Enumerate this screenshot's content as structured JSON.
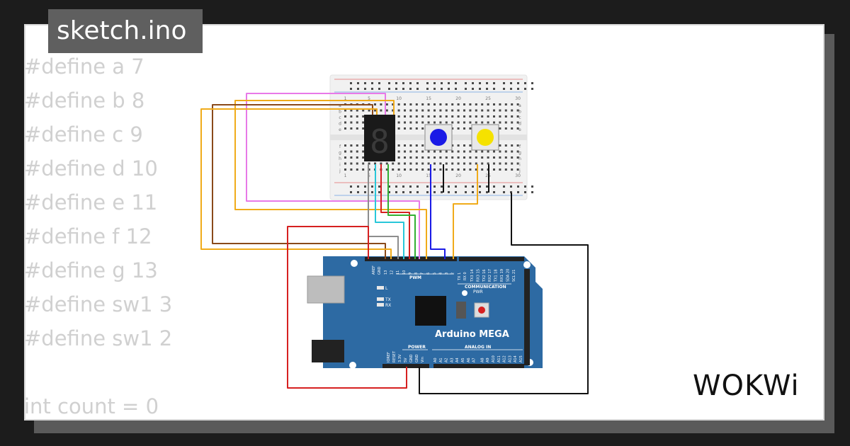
{
  "header": {
    "title": "sketch.ino"
  },
  "code_lines": [
    "#define a 7",
    "#define b 8",
    "#define c 9",
    "#define d 10",
    "#define e 11",
    "#define f 12",
    "#define g 13",
    "#define sw1 3",
    "#define sw1 2",
    "",
    "int count = 0"
  ],
  "board": {
    "name": "Arduino MEGA",
    "labels": {
      "pwm": "PWM",
      "communication": "COMMUNICATION",
      "power": "POWER",
      "analog_in": "ANALOG IN",
      "l": "L",
      "tx": "TX",
      "rx": "RX",
      "pwr": "PWR",
      "aref": "AREF",
      "gnd": "GND",
      "ioref": "IOREF",
      "reset": "RESET",
      "v33": "3.3V",
      "v5": "5V",
      "vin": "Vin"
    },
    "digital_pins": [
      "13",
      "12",
      "11",
      "10",
      "9",
      "8",
      "7",
      "6",
      "5",
      "4",
      "3",
      "2"
    ],
    "tx_rx_pins": [
      "TX 1",
      "RX 0"
    ],
    "comm_pins": [
      "TX3 14",
      "RX3 15",
      "TX2 16",
      "RX2 17",
      "TX1 18",
      "RX1 19",
      "SDA 20",
      "SCL 21"
    ],
    "analog_pins": [
      "A0",
      "A1",
      "A2",
      "A3",
      "A4",
      "A5",
      "A6",
      "A7",
      "A8",
      "A9",
      "A10",
      "A11",
      "A12",
      "A13",
      "A14",
      "A15"
    ]
  },
  "breadboard": {
    "column_numbers": [
      "1",
      "5",
      "10",
      "15",
      "20",
      "25",
      "30"
    ],
    "row_letters_top": [
      "a",
      "b",
      "c",
      "d",
      "e"
    ],
    "row_letters_bottom": [
      "f",
      "g",
      "h",
      "i",
      "j"
    ]
  },
  "buttons": [
    {
      "color": "#1a1ae6"
    },
    {
      "color": "#f5e200"
    }
  ],
  "display": {
    "digit": "8"
  },
  "brand": {
    "logo": "WOKWi"
  },
  "colors": {
    "board": "#2d6aa3",
    "wire_gnd": "#111111",
    "wire_5v": "#d62020"
  }
}
